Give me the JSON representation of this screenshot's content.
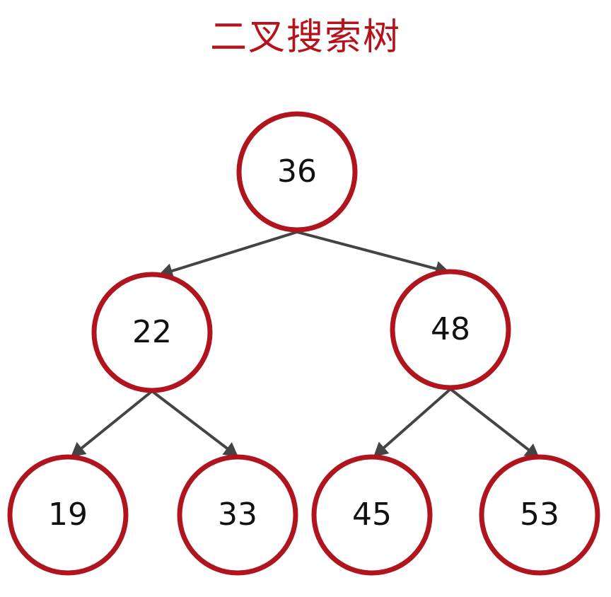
{
  "title": "二叉搜索树",
  "colors": {
    "title": "#b5121b",
    "node_stroke": "#b0151d",
    "edge": "#444444",
    "node_text": "#111111"
  },
  "tree": {
    "nodes": [
      {
        "id": "n36",
        "label": "36"
      },
      {
        "id": "n22",
        "label": "22"
      },
      {
        "id": "n48",
        "label": "48"
      },
      {
        "id": "n19",
        "label": "19"
      },
      {
        "id": "n33",
        "label": "33"
      },
      {
        "id": "n45",
        "label": "45"
      },
      {
        "id": "n53",
        "label": "53"
      }
    ],
    "edges": [
      {
        "from": "n36",
        "to": "n22"
      },
      {
        "from": "n36",
        "to": "n48"
      },
      {
        "from": "n22",
        "to": "n19"
      },
      {
        "from": "n22",
        "to": "n33"
      },
      {
        "from": "n48",
        "to": "n45"
      },
      {
        "from": "n48",
        "to": "n53"
      }
    ]
  }
}
